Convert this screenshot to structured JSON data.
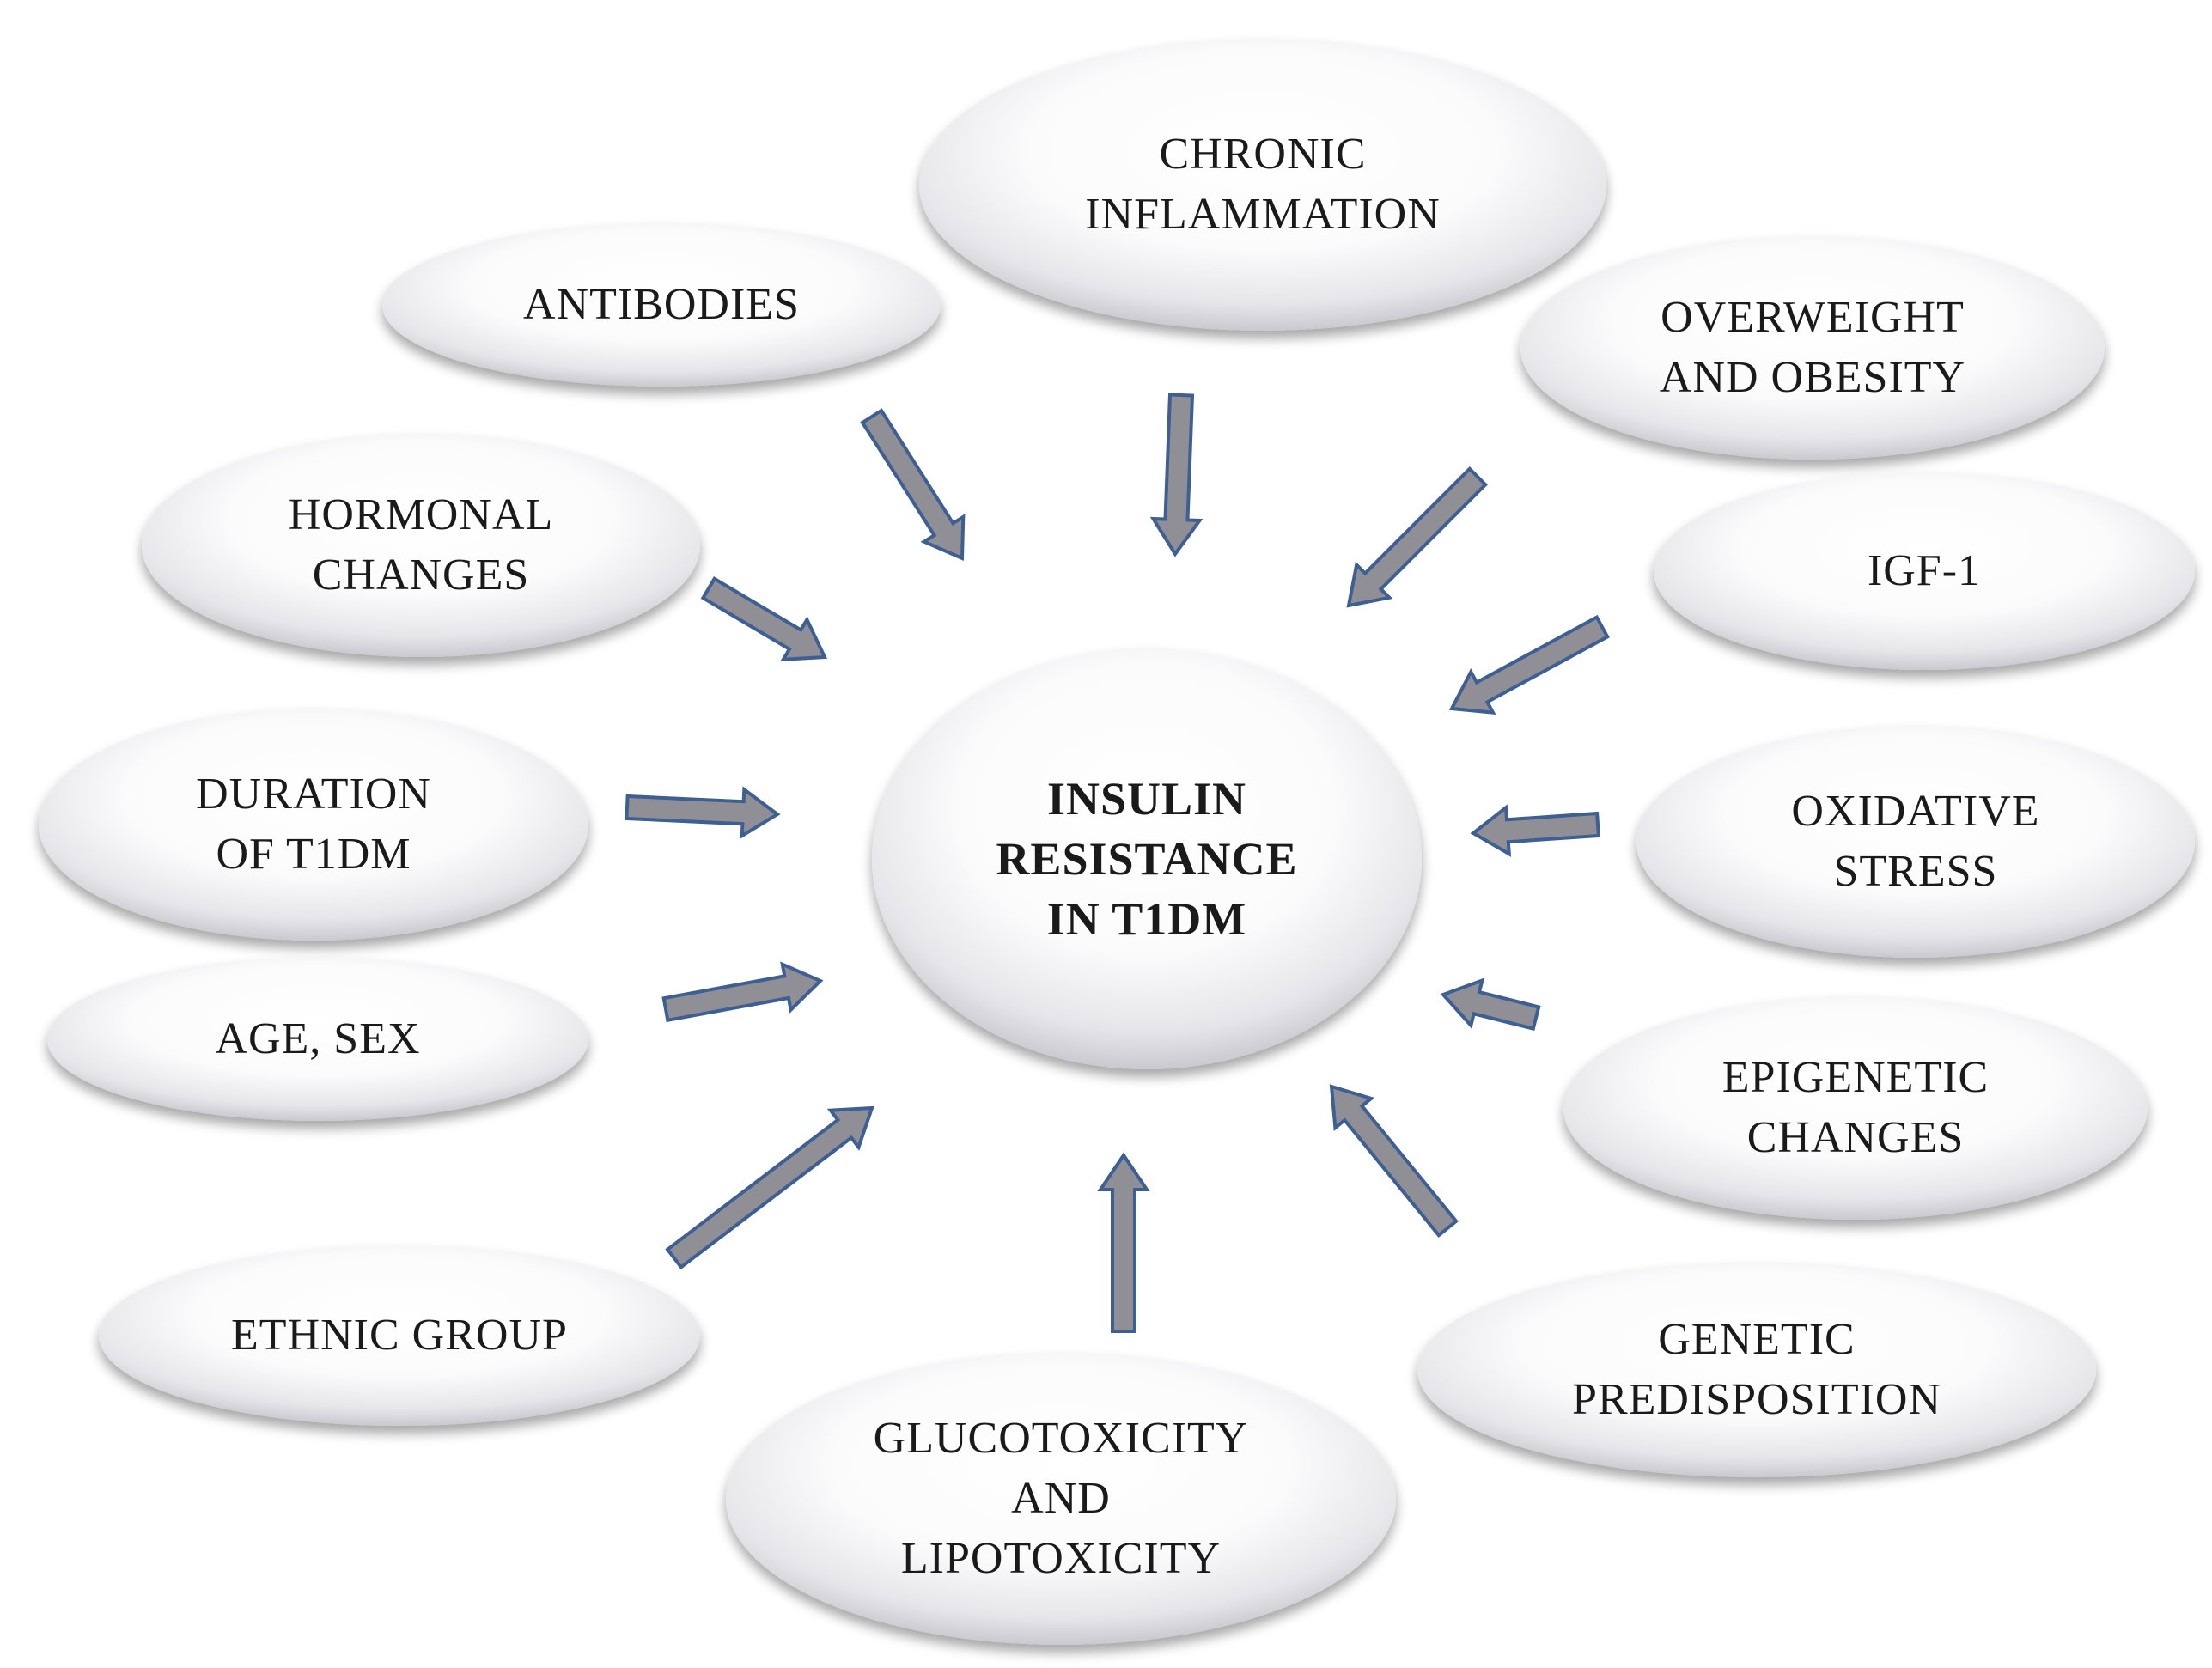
{
  "center": {
    "text": "INSULIN\nRESISTANCE\nIN T1DM"
  },
  "factors": [
    {
      "id": "chronic-inflammation",
      "text": "CHRONIC\nINFLAMMATION"
    },
    {
      "id": "antibodies",
      "text": "ANTIBODIES"
    },
    {
      "id": "overweight-obesity",
      "text": "OVERWEIGHT\nAND OBESITY"
    },
    {
      "id": "hormonal-changes",
      "text": "HORMONAL\nCHANGES"
    },
    {
      "id": "igf-1",
      "text": "IGF-1"
    },
    {
      "id": "duration-t1dm",
      "text": "DURATION\nOF T1DM"
    },
    {
      "id": "oxidative-stress",
      "text": "OXIDATIVE\nSTRESS"
    },
    {
      "id": "age-sex",
      "text": "AGE, SEX"
    },
    {
      "id": "epigenetic-changes",
      "text": "EPIGENETIC\nCHANGES"
    },
    {
      "id": "ethnic-group",
      "text": "ETHNIC GROUP"
    },
    {
      "id": "genetic-predisposition",
      "text": "GENETIC\nPREDISPOSITION"
    },
    {
      "id": "glucotoxicity-lipotoxicity",
      "text": "GLUCOTOXICITY\nAND\nLIPOTOXICITY"
    }
  ],
  "colors": {
    "arrow_fill": "#8f8f95",
    "arrow_stroke": "#3d5f94",
    "ellipse_light": "#ffffff",
    "ellipse_shade": "#cfcfd4"
  }
}
